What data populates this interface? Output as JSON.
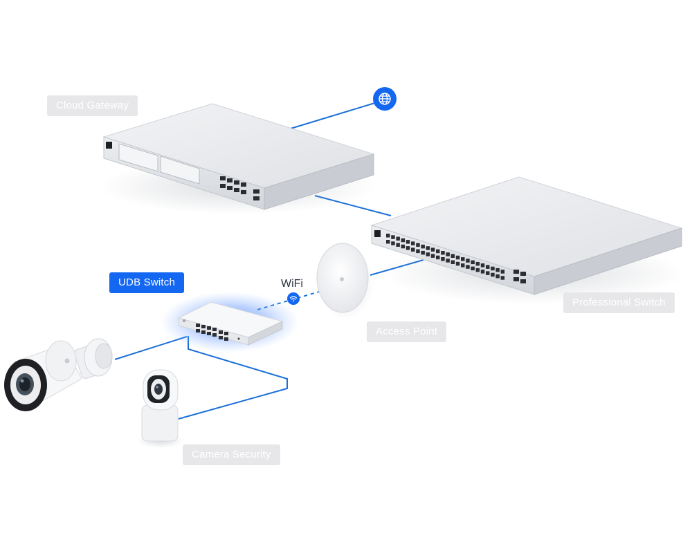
{
  "labels": {
    "cloud_gateway": "Cloud Gateway",
    "professional_switch": "Professional Switch",
    "udb_switch": "UDB Switch",
    "access_point": "Access Point",
    "camera_security": "Camera Security",
    "wifi": "WiFi"
  },
  "icons": {
    "internet": "globe-icon",
    "wireless": "wifi-icon"
  },
  "colors": {
    "link": "#1a6fd8",
    "accent": "#1467f0",
    "tag_bg": "#e7e7e9",
    "glow": "#4f8cff"
  },
  "highlighted_device": "UDB Switch"
}
